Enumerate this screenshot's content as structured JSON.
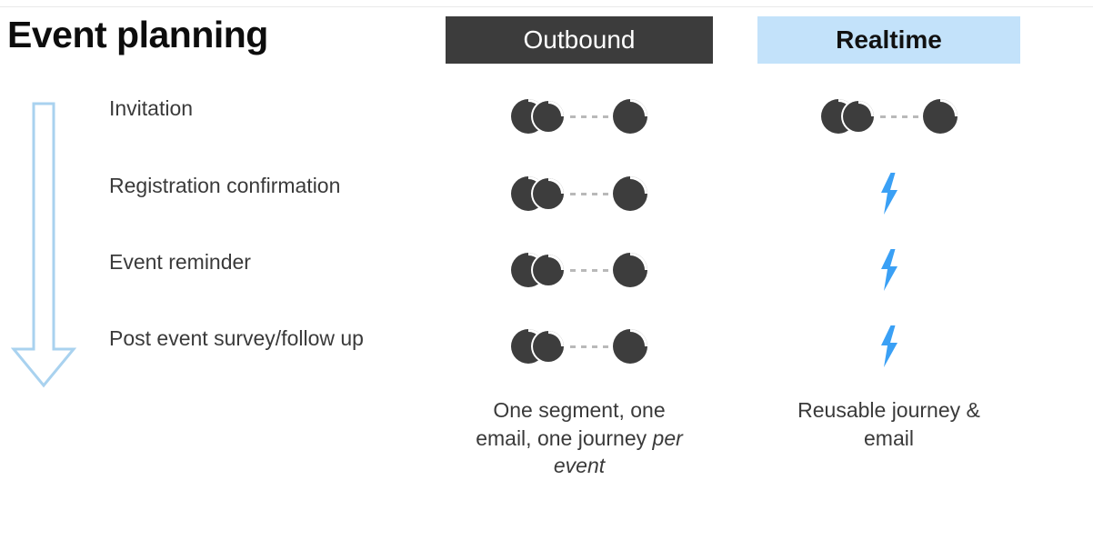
{
  "slide": {
    "title": "Event planning",
    "background": "#ffffff"
  },
  "colors": {
    "outbound_header_bg": "#3c3c3c",
    "outbound_header_text": "#ffffff",
    "realtime_header_bg": "#c3e2fa",
    "realtime_header_text": "#111111",
    "icon_dark": "#3d3d3d",
    "bolt_blue": "#3aa0f5",
    "arrow_outline": "#a9d2ef",
    "body_text": "#3a3a3a",
    "dotted_connector": "#b9b9b9"
  },
  "columns": [
    {
      "key": "outbound",
      "label": "Outbound"
    },
    {
      "key": "realtime",
      "label": "Realtime"
    }
  ],
  "flow_arrow": {
    "icon": "down-arrow-icon",
    "direction": "down",
    "style": "outline"
  },
  "rows": [
    {
      "label": "Invitation",
      "outbound_icon": "segment-to-email-icon",
      "realtime_icon": "segment-to-email-icon"
    },
    {
      "label": "Registration confirmation",
      "outbound_icon": "segment-to-email-icon",
      "realtime_icon": "lightning-bolt-icon"
    },
    {
      "label": "Event reminder",
      "outbound_icon": "segment-to-email-icon",
      "realtime_icon": "lightning-bolt-icon"
    },
    {
      "label": "Post event survey/follow up",
      "outbound_icon": "segment-to-email-icon",
      "realtime_icon": "lightning-bolt-icon"
    }
  ],
  "captions": {
    "outbound_line1": "One segment, one",
    "outbound_line2": "email, one journey ",
    "outbound_line2_italic": "per",
    "outbound_line3_italic": "event",
    "realtime_line1": "Reusable journey &",
    "realtime_line2": "email"
  }
}
